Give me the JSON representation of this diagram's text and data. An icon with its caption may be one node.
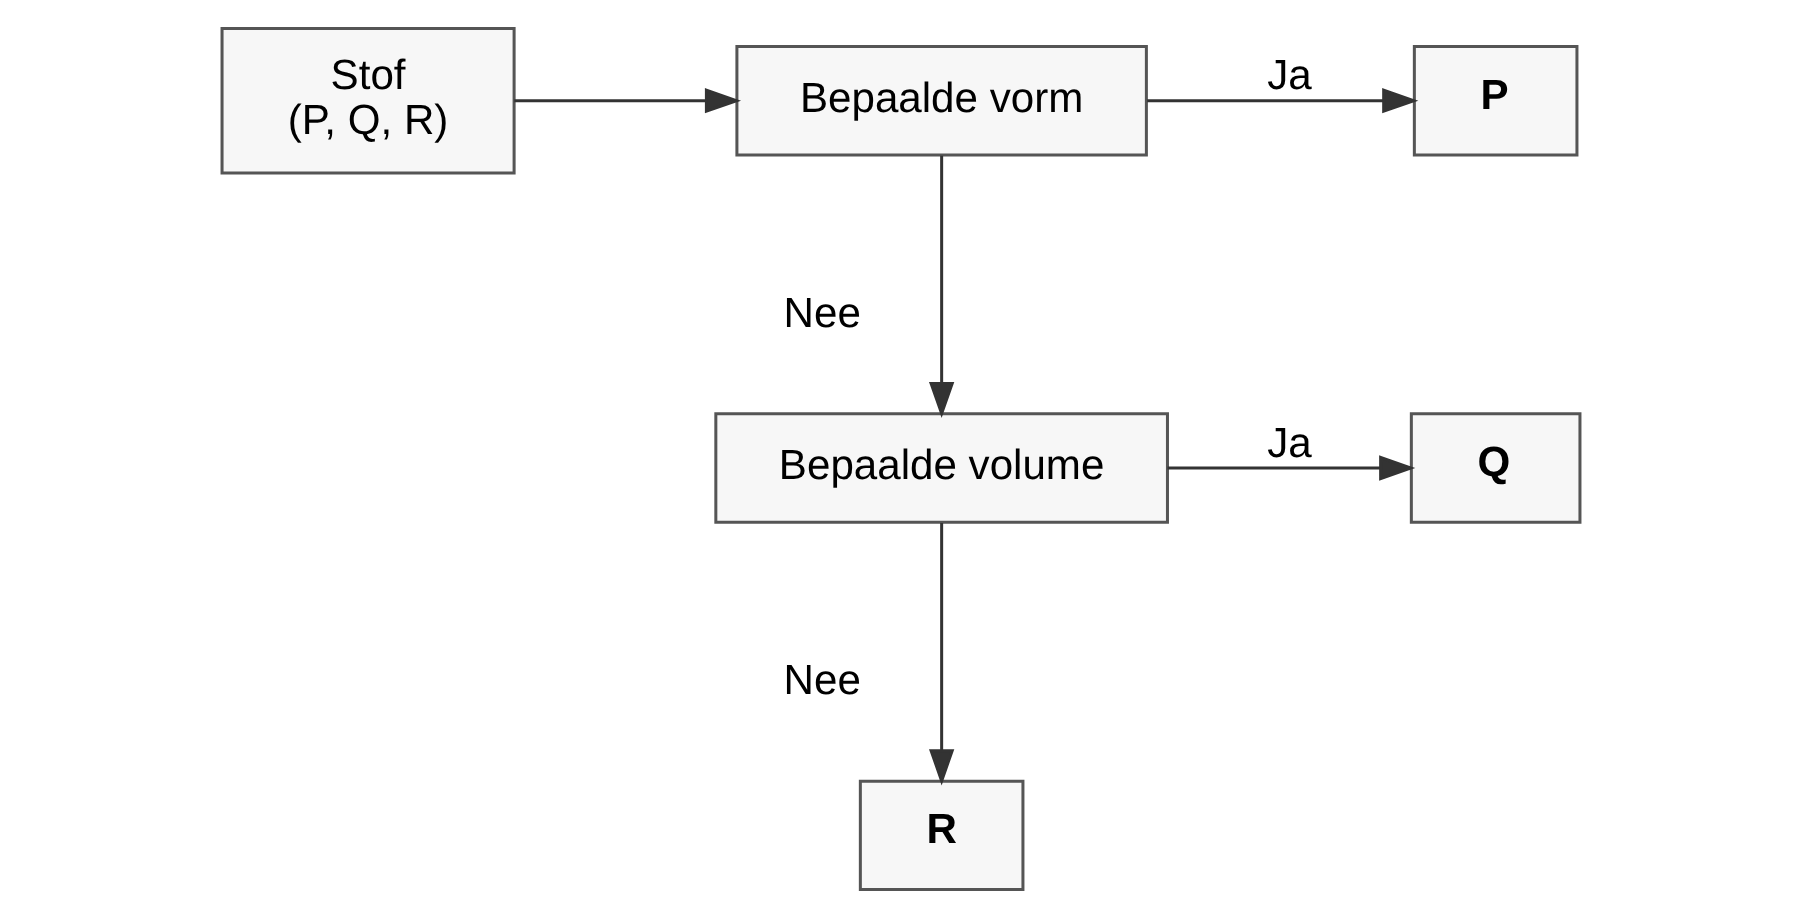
{
  "diagram": {
    "nodes": [
      {
        "text": [
          "Stof",
          "(P, Q, R)"
        ]
      },
      {
        "text": [
          "Bepaalde vorm"
        ]
      },
      {
        "text": [
          "P"
        ]
      },
      {
        "text": [
          "Bepaalde volume"
        ]
      },
      {
        "text": [
          "Q"
        ]
      },
      {
        "text": [
          "R"
        ]
      }
    ],
    "edges": [
      {
        "from": 0,
        "to": 1,
        "arrow": "to"
      },
      {
        "from": 1,
        "to": 2,
        "arrow": "to",
        "label": "Ja"
      },
      {
        "from": 1,
        "to": 3,
        "arrow": "to",
        "label": "Nee"
      },
      {
        "from": 3,
        "to": 4,
        "arrow": "to",
        "label": "Ja"
      },
      {
        "from": 3,
        "to": 5,
        "arrow": "to",
        "label": "Nee"
      }
    ]
  }
}
